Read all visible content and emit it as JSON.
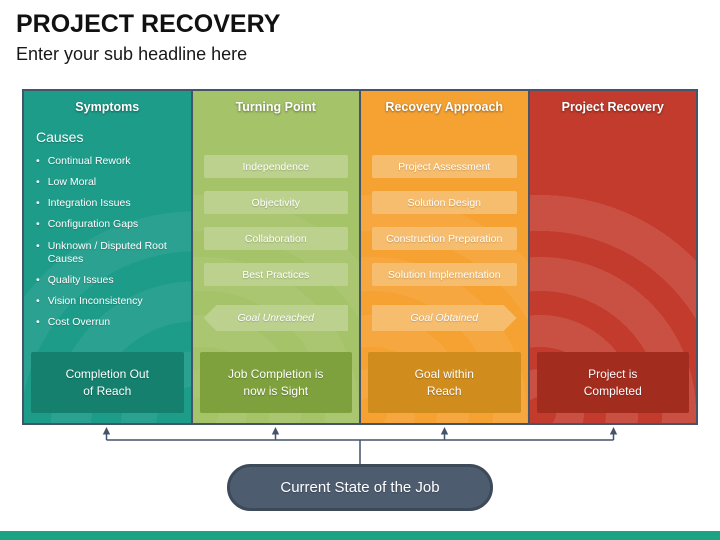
{
  "slide": {
    "title": "PROJECT RECOVERY",
    "subtitle": "Enter your sub headline here"
  },
  "columns": [
    {
      "header": "Symptoms",
      "causes_label": "Causes",
      "bullets": [
        "Continual Rework",
        "Low Moral",
        "Integration Issues",
        "Configuration Gaps",
        "Unknown / Disputed Root Causes",
        "Quality Issues",
        "Vision Inconsistency",
        "Cost Overrun"
      ],
      "status": "Completion Out\nof Reach"
    },
    {
      "header": "Turning Point",
      "steps": [
        "Independence",
        "Objectivity",
        "Collaboration",
        "Best Practices"
      ],
      "goal_label": "Goal Unreached",
      "status": "Job Completion is\nnow is Sight"
    },
    {
      "header": "Recovery Approach",
      "steps": [
        "Project Assessment",
        "Solution Design",
        "Construction Preparation",
        "Solution Implementation"
      ],
      "goal_label": "Goal Obtained",
      "status": "Goal within\nReach"
    },
    {
      "header": "Project Recovery",
      "status": "Project is\nCompleted"
    }
  ],
  "bullet_glyph": "•",
  "current_state_label": "Current State of the Job",
  "colors": {
    "teal": "#1E9C8A",
    "teal-dark": "#15806E",
    "green": "#A5C368",
    "green-light": "#BCD18E",
    "green-dark": "#7EA13D",
    "orange": "#F5A233",
    "orange-light": "#F7BD6E",
    "orange-dark": "#D08D1D",
    "red": "#C23B2C",
    "red-dark": "#A22D1F",
    "slate": "#44546A",
    "slate-fill": "#4D5C6F",
    "slate-dark": "#3C4A59",
    "footer": "#1BA383"
  }
}
